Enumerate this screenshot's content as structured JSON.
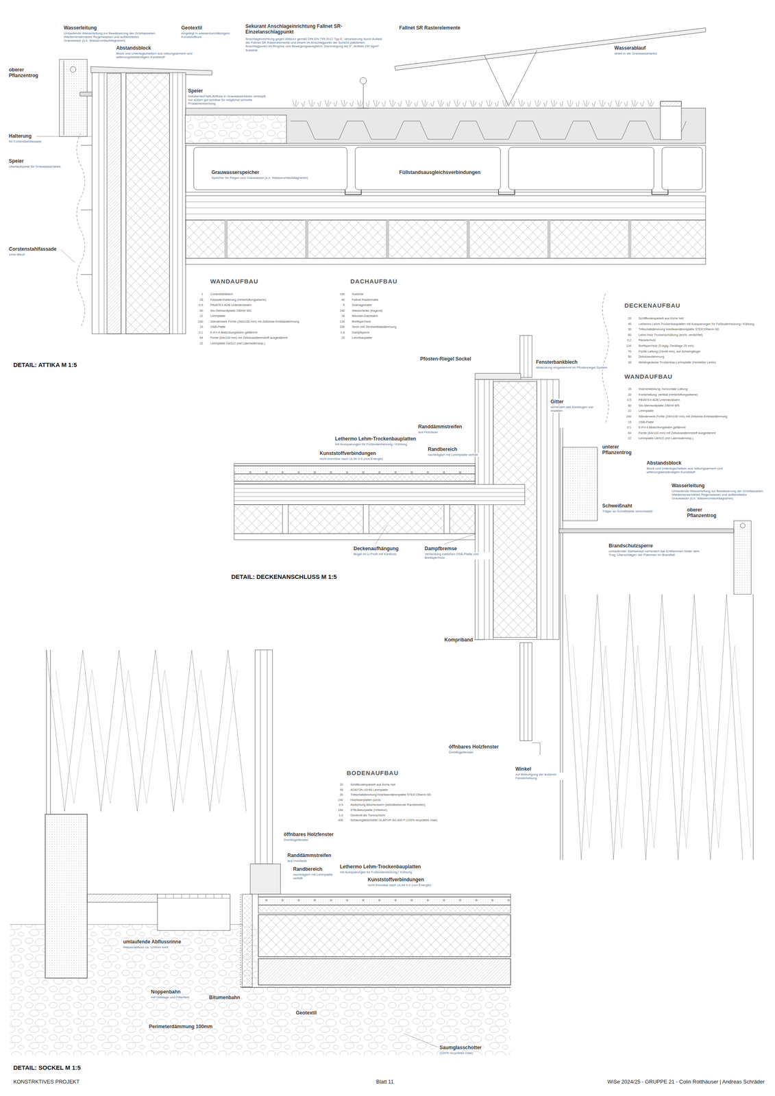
{
  "diagram": {
    "labels": [
      "Wasserleitung",
      "Umlaufende Wasserleitung zur Bewässerung der Grünfassaden. Wiederverwendetes Regenwasser und aufbereitetes Grauwasser (s.h. Wasserumlaufdiagramm)",
      "Abstandsblock",
      "Block und Unterlegscheiben aus reibungsarmem und witterungsbeständigem Kunststoff",
      "oberer Pflanzentrog",
      "Geotextil",
      "eingelegt in wasserdurchlässigem Kunststoffkorb",
      "Sekurant Anschlageinrichtung Fallnet SR-Einzelanschlagpunkt",
      "Anschlageinrichtung gegen Absturz gemäß DIN EN 795:2012 Typ E, Verankerung durch Auflast der Fallnet SR Rasterelemente und einem im Anschlagpunkt der Schicht platzierten Anschlagpunkt mit Ringöse und Bewegungsausgleich. Dachneigung bis 5°, Auflast 150 kg/m² Substrat.",
      "Fallnet SR Rasterelemente",
      "Wasserablauf",
      "direkt in die Grauwassertanks",
      "Speier",
      "Notüberlauf falls Abfluss in Grauwassertanks verstopft, nur außen gut sichtbar für möglichst schnelle Problemerkennung.",
      "Halterung",
      "für Cortenstahlfassade",
      "Speier",
      "Überlaufspeier für Grauwassertanks",
      "Grauwasserspeicher",
      "Speicher für Regen und Grauwasser (s.h. Wasserumlaufdiagramm)",
      "Füllstandsausgleichsverbindungen",
      "Corstenstahlfassade",
      "1mm Blech",
      "WANDAUFBAU",
      "1",
      "Cortenstahlblech",
      "25",
      "Fassadenhalterung (Hinterlüftungsebene)",
      "0,5",
      "PAVATEX ADB Unterdeckbahn",
      "60",
      "Sto-Steinwollplatte 2/B/H4 WS",
      "22",
      "Lehmplatte",
      "240",
      "Ständerwerk Fichte (240x100 mm) mit Zellulose-Einblasdämmung",
      "15",
      "OSB-Platte",
      "0,1",
      "E-KV-4 Abdichtungsbahn geflämmt",
      "64",
      "Fichte (64x100 mm) mit Zellulosedämmstoff ausgedämmt",
      "22",
      "Lehmplatte LWS22 (mit Latentwärmesp.)",
      "DACHAUFBAU",
      "150",
      "Substrat",
      "40",
      "Fallnet Rastermatte",
      "5",
      "Drainagematte",
      "240",
      "Wassertanks (tragend)",
      "18",
      "Bitumen-Dachbahn",
      "134",
      "Brettsperrholz",
      "200",
      "Stroh 040 Stroheinblasdämmung",
      "0,8",
      "Dampfsperre",
      "25",
      "Lehmbauplatte",
      "DETAIL: ATTIKA M 1:5",
      "DECKENAUFBAU",
      "20",
      "Schiffbodenparkett aus Eiche hell",
      "45",
      "Lethermo Lehm-Trockenbauplatten mit Aussparungen für Fußbodenheizung / Kühlung",
      "30",
      "Trittschalldämmung Holzfaserdämmplatte STEICOtherm SD",
      "60",
      "Lehm-Holz Trockenschüttung (leicht, verdichtet)",
      "0,2",
      "Rieselschutz",
      "134",
      "Brettsperrholz (5-lagig, Decklage 26 mm)",
      "70",
      "Fichte Lattung (24x48 mm), auf Schwingbügel",
      "50",
      "Zellulosedämmung",
      "16",
      "Abhängedecke Trockenbau Lehmplatte (Hersteller Lemix)",
      "WANDAUFBAU",
      "15",
      "Holzverkleidung, horizontale Lattung",
      "20",
      "Konterlattung, vertikal (Hinterlüftungsebene)",
      "0,5",
      "PAVATEX ADB Unterdeckbahn",
      "60",
      "Sto-Steinwollplatte 2/B/H4 WS",
      "22",
      "Lehmplatte",
      "240",
      "Ständerwerk Fichte (240x100 mm) mit Zellulose-Einblasdämmung",
      "15",
      "OSB-Platte",
      "0,1",
      "E-KV-4 Abdichtungsbahn geflämmt",
      "64",
      "Fichte (64x100 mm) mit Zellulosedämmstoff ausgedämmt",
      "22",
      "Lehmplatte LWS22 (mit Latentwärmesp.)",
      "Pfosten-Riegel Sockel",
      "Fensterbankblech",
      "Abdeckung eingeklemmt im Pfostenriegel-System",
      "Gitter",
      "verhindert das Eindringen von Insekten",
      "Randdämmstreifen",
      "aus Holzfaser",
      "Lethermo Lehm-Trockenbauplatten",
      "mit Aussparungen für Fußbodenheizung / Kühlung",
      "Randbereich",
      "nachträglich mit Lehmplatte verfüllt",
      "Kunststoffverbindungen",
      "nicht brennbar nach UL94 V-0 (von Energie)",
      "unterer Pflanzentrog",
      "Abstandsblock",
      "Block und Unterlegscheiben aus reibungsarmem und witterungsbeständigem Kunststoff",
      "Wasserleitung",
      "Umlaufende Wasserleitung zur Bewässerung der Grünfassaden. Wiederverwendetes Regenwasser und aufbereitetes Grauwasser (s.h. Wasserumlaufdiagramm)",
      "oberer Pflanzentrog",
      "Schweißnaht",
      "Träger an Schnittstelle verschweißt",
      "Brandschutzsperre",
      "umlaufender Stahlwinkel verhindert das Entflammen hinter dem Trog. Überschlagen der Flammen im Brandfall",
      "Deckenaufhängung",
      "Bügel im U-Profil mit Kantholz",
      "Dampfbremse",
      "Verbindung zwischen OSB-Platte und Brettsperrholz",
      "Kompriband",
      "öffnbares Holzfenster",
      "Drehflügelfenster",
      "Winkel",
      "zur Befestigung der äußeren Fensterleibung",
      "DETAIL: DECKENANSCHLUSS M 1:5",
      "BODENAUFBAU",
      "20",
      "Schiffbodenparkett aus Eiche hell",
      "45",
      "AGATON LEHM Lehmplatte",
      "20",
      "Trittschalldämmung Holzfaserdämmplatte STEICOtherm SD",
      "240",
      "Holzfaserplatten porös",
      "0,9",
      "Abdichtung Bitumenbahn (selbstklebende Randstreifen)",
      "160",
      "STB-Betonplatte (Ortbeton)",
      "1,0",
      "Geotextil als Trennschicht",
      "400",
      "Schaumglasschotter GLAPOR SG 800 P (100% recycletes Glas)",
      "öffnbares Holzfenster",
      "Drehflügelfenster",
      "Randdämmstreifen",
      "aus Holzfaser",
      "Randbereich",
      "nachträglich mit Lehmplatte verfüllt",
      "Lethermo Lehm-Trockenbauplatten",
      "mit Aussparungen für Fußbodenheizung / Kühlung",
      "Kunststoffverbindungen",
      "nicht brennbar nach UL94 V-0 (von Energie)",
      "umlaufende Abflussrinne",
      "Wasserabfluss ca. 120mm breit",
      "Noppenbahn",
      "mit Gleitlage und Filterfließ",
      "Bitumenbahn",
      "Geotextil",
      "Perimeterdämmung 100mm",
      "Saumglasschotter",
      "(100% recycletes Glas)",
      "DETAIL: SOCKEL M 1:5",
      "KONSTRKTIVES PROJEKT",
      "Blatt 11",
      "WiSe 2024/25 - GRUPPE 21 - Colin Rotthäuser | Andreas Schräder"
    ]
  }
}
